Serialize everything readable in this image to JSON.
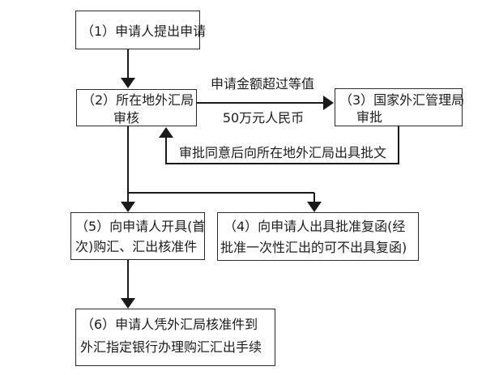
{
  "flowchart": {
    "background": "#ffffff",
    "line_color": "#1a1a1a",
    "box_border_color": "#2b2b2b",
    "nodes": {
      "step1": {
        "text": "（1）申请人提出申请"
      },
      "step2": {
        "line1": "（2）所在地外汇局",
        "line2": "审核"
      },
      "step3": {
        "line1": "（3）国家外汇管理局",
        "line2": "审批"
      },
      "step4": {
        "line1": "（4）向申请人出具批准复函(经",
        "line2": "批准一次性汇出的可不出具复函)"
      },
      "step5": {
        "line1": "（5）向申请人开具(首",
        "line2": "次)购汇、汇出核准件"
      },
      "step6": {
        "line1": "（6）申请人凭外汇局核准件到",
        "line2": "外汇指定银行办理购汇汇出手续"
      }
    },
    "edge_labels": {
      "over_limit_line1": "申请金额超过等值",
      "over_limit_line2": "50万元人民币",
      "approval_return": "审批同意后向所在地外汇局出具批文"
    }
  }
}
